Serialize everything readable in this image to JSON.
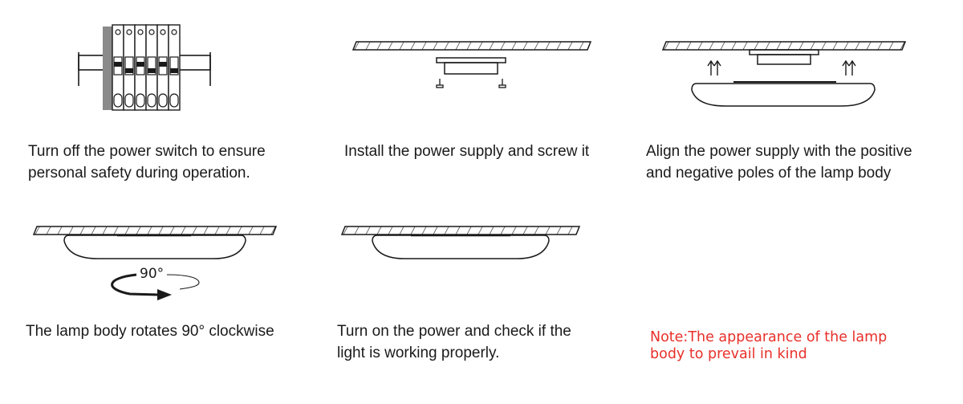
{
  "steps": [
    {
      "lines": [
        "Turn off the power switch to ensure",
        "personal safety during operation."
      ]
    },
    {
      "lines": [
        "Install the power supply and screw it"
      ]
    },
    {
      "lines": [
        "Align the power supply with the positive",
        "and negative poles of the lamp body"
      ]
    },
    {
      "lines": [
        "The lamp body rotates 90° clockwise"
      ],
      "angle_label": "90°"
    },
    {
      "lines": [
        "Turn on the power and check if the",
        "light is working properly."
      ]
    }
  ],
  "note": {
    "lines": [
      "Note:The appearance of the lamp",
      "body to prevail in kind"
    ]
  },
  "colors": {
    "ink": "#1a1a1a",
    "note": "#e8302a",
    "panel": "#8a8a8a"
  },
  "icons": [
    "breaker-icon",
    "ceiling-icon",
    "power-supply-icon",
    "screw-icon",
    "arrow-up-icon",
    "lamp-body-icon",
    "rotate-arrow-icon"
  ]
}
